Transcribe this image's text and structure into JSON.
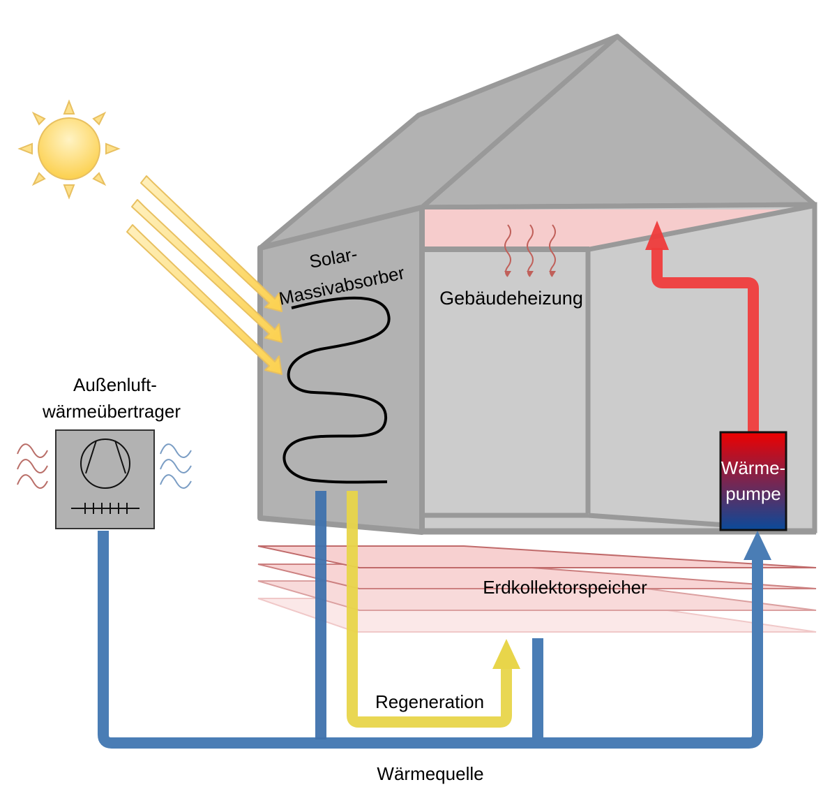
{
  "diagram": {
    "language": "de",
    "labels": {
      "solar_absorber_line1": "Solar-",
      "solar_absorber_line2": "Massivabsorber",
      "building_heating": "Gebäudeheizung",
      "outdoor_hx_line1": "Außenluft-",
      "outdoor_hx_line2": "wärmeübertrager",
      "heat_pump_line1": "Wärme-",
      "heat_pump_line2": "pumpe",
      "ground_storage": "Erdkollektorspeicher",
      "regeneration": "Regeneration",
      "heat_source": "Wärmequelle"
    },
    "components": [
      {
        "id": "sun",
        "icon": "sun-icon"
      },
      {
        "id": "sun-rays",
        "count": 3
      },
      {
        "id": "house",
        "parts": [
          "roof",
          "solar-absorber-wall",
          "interior-room",
          "ceiling-heating"
        ]
      },
      {
        "id": "absorber-pipe",
        "icon": "serpentine-pipe-icon"
      },
      {
        "id": "outdoor-heat-exchanger",
        "icon": "compressor-fan-icon"
      },
      {
        "id": "heat-pump"
      },
      {
        "id": "ground-collector-layers",
        "count": 4
      }
    ],
    "flows": [
      {
        "name": "heat-source-loop",
        "color": "#4a7db5"
      },
      {
        "name": "regeneration",
        "color": "#e8d54a"
      },
      {
        "name": "heating-supply",
        "color": "#ee4444"
      }
    ],
    "colors": {
      "house_wall": "#b2b2b2",
      "house_interior": "#cccccc",
      "house_outline": "#999999",
      "heating_zone": "#f6cccc",
      "sun_fill": "#fcd34d",
      "warm_wave": "#b96e68",
      "cold_wave": "#7a9dc4",
      "heat_pump_top": "#ee0000",
      "heat_pump_bottom": "#0a4a9a"
    }
  }
}
